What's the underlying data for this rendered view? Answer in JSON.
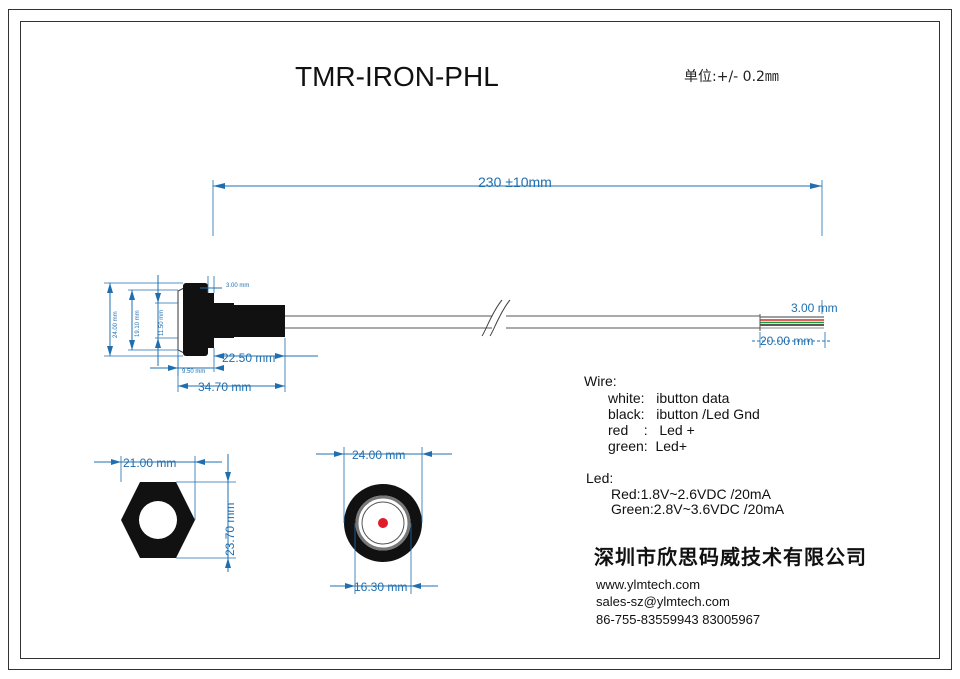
{
  "title": "TMR-IRON-PHL",
  "unit_note": "单位:+/- 0.2㎜",
  "cable_length": "230 ±10mm",
  "side_view": {
    "dim_3mm_top": "3.00 mm",
    "dim_24": "24.00 mm",
    "dim_19_10": "19.10 mm",
    "dim_11_50": "11.50 mm",
    "dim_22_50": "22.50 mm",
    "dim_9_50": "9.50 mm",
    "dim_34_70": "34.70 mm",
    "wire_end_3": "3.00 mm",
    "wire_end_20": "20.00 mm"
  },
  "nut_view": {
    "width": "21.00 mm",
    "height": "23.70 mm"
  },
  "front_view": {
    "outer": "24.00 mm",
    "inner": "16.30 mm"
  },
  "wire": {
    "heading": "Wire:",
    "lines": [
      "white:   ibutton data",
      "black:   ibutton /Led Gnd",
      "red    :   Led +",
      "green:  Led+"
    ]
  },
  "led": {
    "heading": "Led:",
    "lines": [
      "Red:1.8V~2.6VDC /20mA",
      "Green:2.8V~3.6VDC /20mA"
    ]
  },
  "company": {
    "name": "深圳市欣思码威技术有限公司",
    "web": "www.ylmtech.com",
    "email": "sales-sz@ylmtech.com",
    "phone": "86-755-83559943 83005967"
  },
  "colors": {
    "dimension": "#1f6fb0",
    "led_red": "#e01b2a",
    "wire_red": "#d12b2b",
    "wire_green": "#1f9a3a"
  }
}
